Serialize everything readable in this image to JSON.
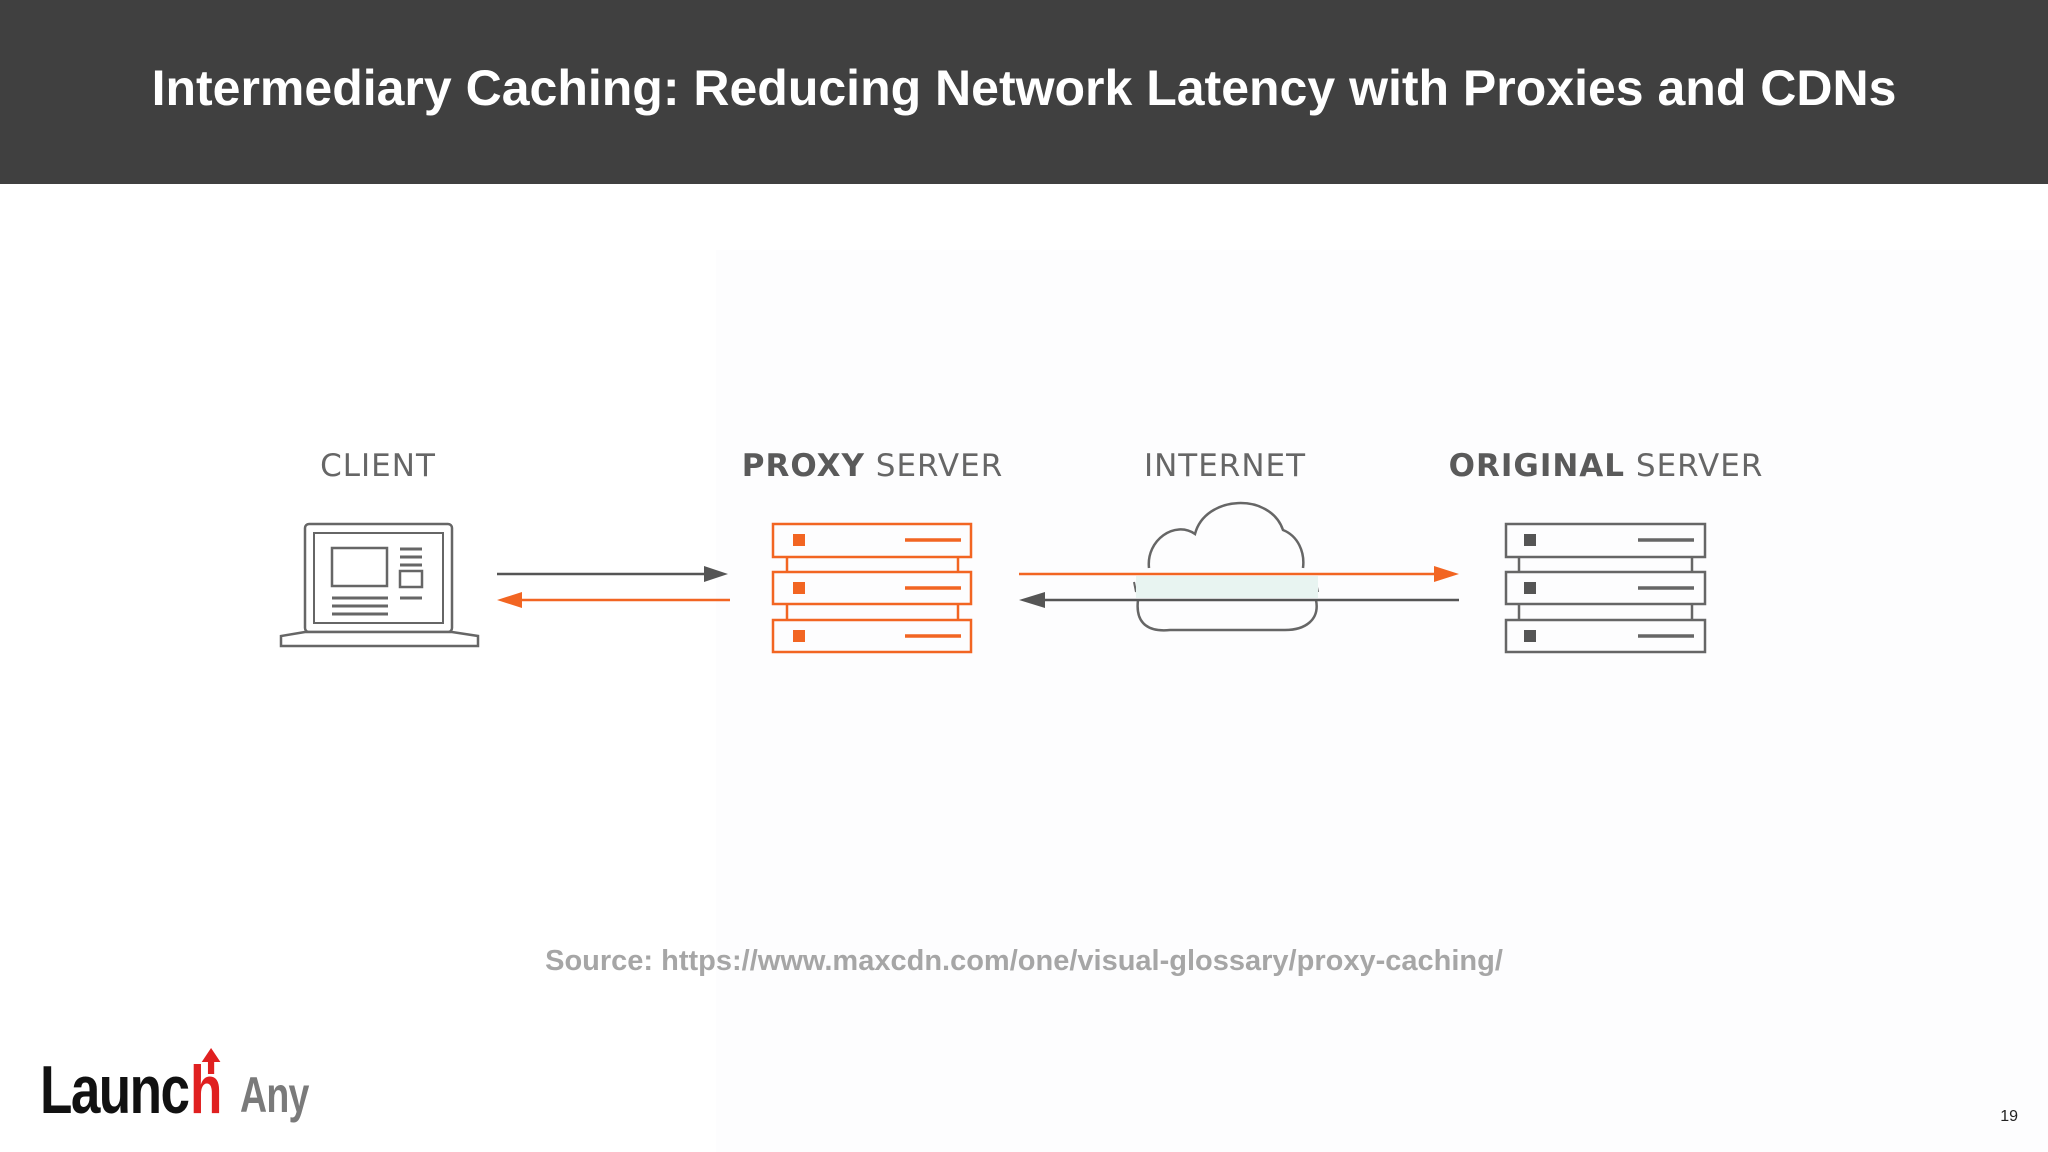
{
  "slide": {
    "title": "Intermediary Caching: Reducing Network Latency with Proxies and CDNs",
    "source": "Source: https://www.maxcdn.com/one/visual-glossary/proxy-caching/",
    "page_number": "19"
  },
  "diagram": {
    "nodes": {
      "client": {
        "label": "CLIENT"
      },
      "proxy": {
        "label_bold": "PROXY",
        "label_light": " SERVER"
      },
      "internet": {
        "label": "INTERNET"
      },
      "origin": {
        "label_bold": "ORIGINAL",
        "label_light": " SERVER"
      }
    }
  },
  "logo": {
    "part1": "Launc",
    "part2": "h",
    "part3": "Any"
  },
  "colors": {
    "header_bg": "#404040",
    "accent_orange": "#f26522",
    "line_gray": "#555555",
    "source_gray": "#a6a6a6"
  }
}
